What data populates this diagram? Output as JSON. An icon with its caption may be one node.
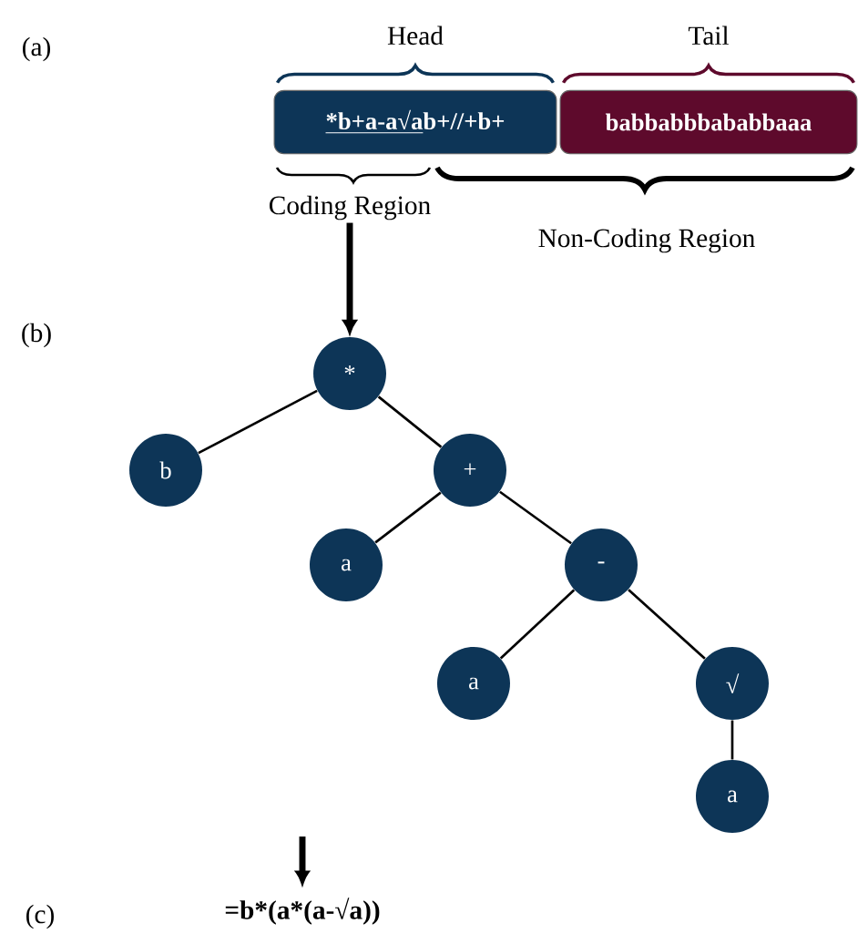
{
  "diagram": {
    "nodes": [
      {
        "text": [
          "*b+a-a√a",
          "b+//+b+"
        ],
        "beside": [
          "Head"
        ]
      },
      {
        "text": [
          "babbabbbababbaaa"
        ],
        "beside": [
          "Tail"
        ]
      },
      {
        "text": [
          "Coding Region"
        ]
      },
      {
        "text": [
          "*"
        ]
      },
      {
        "text": [
          "b"
        ]
      },
      {
        "text": [
          "+"
        ]
      },
      {
        "text": [
          "a"
        ]
      },
      {
        "text": [
          "-"
        ]
      },
      {
        "text": [
          "a"
        ]
      },
      {
        "text": [
          "√"
        ]
      },
      {
        "text": [
          "a"
        ]
      },
      {
        "text": [
          "=b*(a*(a-√a))"
        ]
      }
    ],
    "edges": [
      {
        "from": 2,
        "to": 3,
        "arrow": "to",
        "style": "thick"
      },
      {
        "from": 3,
        "to": 4,
        "arrow": "none"
      },
      {
        "from": 3,
        "to": 5,
        "arrow": "none"
      },
      {
        "from": 5,
        "to": 6,
        "arrow": "none"
      },
      {
        "from": 5,
        "to": 7,
        "arrow": "none"
      },
      {
        "from": 7,
        "to": 8,
        "arrow": "none"
      },
      {
        "from": 7,
        "to": 9,
        "arrow": "none"
      },
      {
        "from": 9,
        "to": 10,
        "arrow": "none"
      },
      {
        "from": null,
        "to": 11,
        "arrow": "to",
        "style": "thick"
      }
    ],
    "labels": [
      "(a)",
      "Non-Coding Region",
      "(b)",
      "(c)"
    ]
  }
}
